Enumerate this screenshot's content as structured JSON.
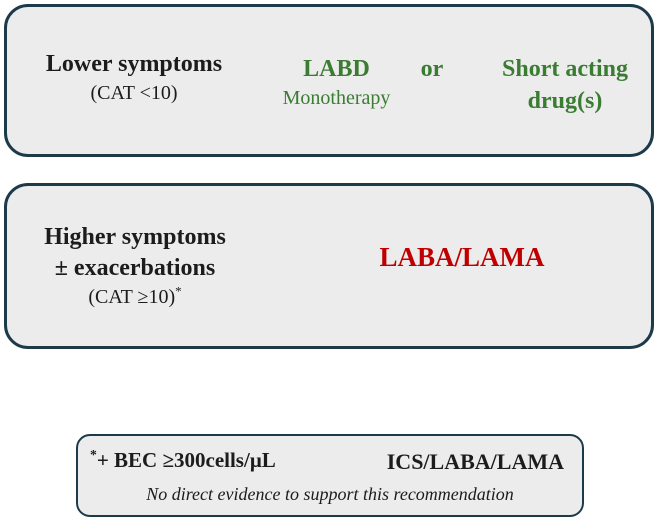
{
  "figure": {
    "title_semantic": "COPD initial pharmacological treatment recommendation diagram",
    "colors": {
      "box_background": "#ececec",
      "box_border": "#1c3a4a",
      "treatment_green": "#3a7c32",
      "treatment_red": "#c00000",
      "text_black": "#1c1c1c"
    },
    "boxes": [
      {
        "group": {
          "line1": "Lower symptoms",
          "line2": "(CAT <10)"
        },
        "treatment": {
          "option1_line1": "LABD",
          "option1_line2": "Monotherapy",
          "connector": "or",
          "option2_line1": "Short acting",
          "option2_line2": "drug(s)"
        }
      },
      {
        "group": {
          "line1": "Higher symptoms",
          "line2": "± exacerbations",
          "line3": "(CAT ≥10)",
          "footnote_marker": "*"
        },
        "treatment": {
          "label": "LABA/LAMA"
        }
      },
      {
        "footnote_marker": "*",
        "condition": "+ BEC ≥300cells/μL",
        "treatment": "ICS/LABA/LAMA",
        "note": "No direct evidence to support this recommendation"
      }
    ]
  }
}
